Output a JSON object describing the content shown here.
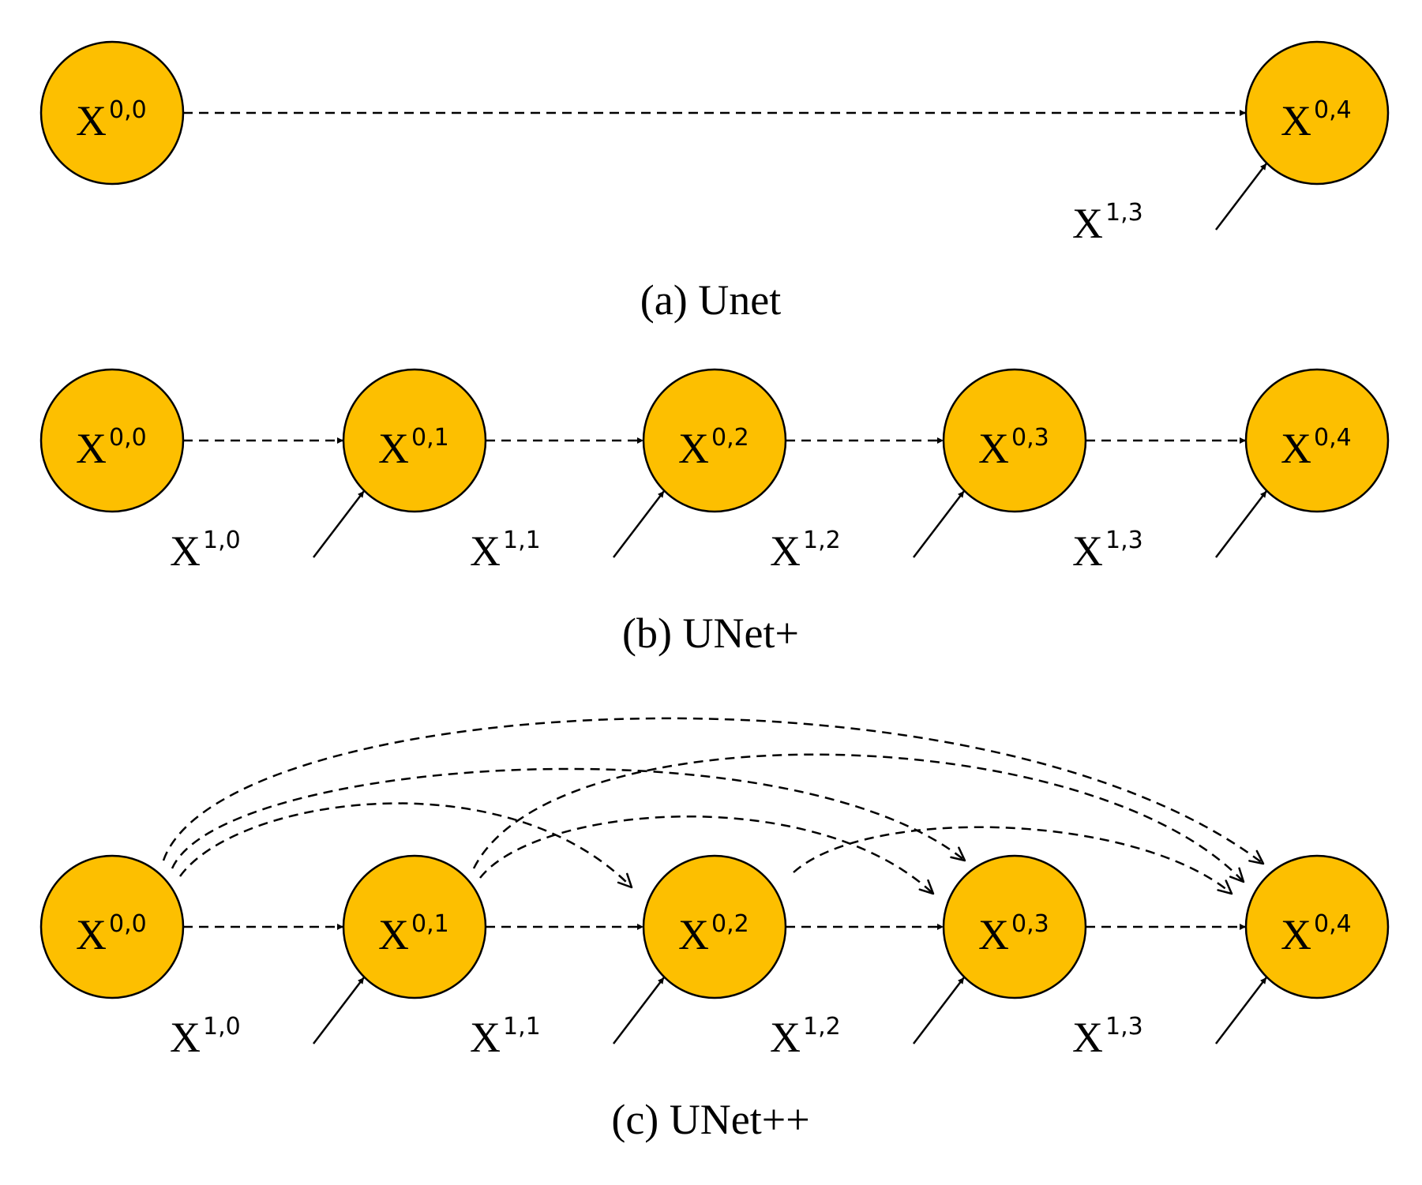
{
  "colors": {
    "node_fill": "#FDBF00",
    "stroke": "#000000",
    "background": "#ffffff"
  },
  "panels": [
    {
      "id": "a",
      "caption": "(a) Unet",
      "nodes": [
        {
          "id": "x00",
          "base": "X",
          "sup": "0,0"
        },
        {
          "id": "x04",
          "base": "X",
          "sup": "0,4"
        }
      ],
      "inputs": [
        {
          "base": "X",
          "sup": "1,3",
          "target": "x04"
        }
      ],
      "edges": [
        {
          "from": "x00",
          "to": "x04",
          "style": "dashed"
        }
      ]
    },
    {
      "id": "b",
      "caption": "(b) UNet+",
      "nodes": [
        {
          "id": "x00",
          "base": "X",
          "sup": "0,0"
        },
        {
          "id": "x01",
          "base": "X",
          "sup": "0,1"
        },
        {
          "id": "x02",
          "base": "X",
          "sup": "0,2"
        },
        {
          "id": "x03",
          "base": "X",
          "sup": "0,3"
        },
        {
          "id": "x04",
          "base": "X",
          "sup": "0,4"
        }
      ],
      "inputs": [
        {
          "base": "X",
          "sup": "1,0",
          "target": "x01"
        },
        {
          "base": "X",
          "sup": "1,1",
          "target": "x02"
        },
        {
          "base": "X",
          "sup": "1,2",
          "target": "x03"
        },
        {
          "base": "X",
          "sup": "1,3",
          "target": "x04"
        }
      ],
      "edges": [
        {
          "from": "x00",
          "to": "x01",
          "style": "dashed"
        },
        {
          "from": "x01",
          "to": "x02",
          "style": "dashed"
        },
        {
          "from": "x02",
          "to": "x03",
          "style": "dashed"
        },
        {
          "from": "x03",
          "to": "x04",
          "style": "dashed"
        }
      ]
    },
    {
      "id": "c",
      "caption": "(c) UNet++",
      "nodes": [
        {
          "id": "x00",
          "base": "X",
          "sup": "0,0"
        },
        {
          "id": "x01",
          "base": "X",
          "sup": "0,1"
        },
        {
          "id": "x02",
          "base": "X",
          "sup": "0,2"
        },
        {
          "id": "x03",
          "base": "X",
          "sup": "0,3"
        },
        {
          "id": "x04",
          "base": "X",
          "sup": "0,4"
        }
      ],
      "inputs": [
        {
          "base": "X",
          "sup": "1,0",
          "target": "x01"
        },
        {
          "base": "X",
          "sup": "1,1",
          "target": "x02"
        },
        {
          "base": "X",
          "sup": "1,2",
          "target": "x03"
        },
        {
          "base": "X",
          "sup": "1,3",
          "target": "x04"
        }
      ],
      "edges": [
        {
          "from": "x00",
          "to": "x01",
          "style": "dashed"
        },
        {
          "from": "x01",
          "to": "x02",
          "style": "dashed"
        },
        {
          "from": "x02",
          "to": "x03",
          "style": "dashed"
        },
        {
          "from": "x03",
          "to": "x04",
          "style": "dashed"
        }
      ],
      "skip_edges": [
        {
          "from": "x00",
          "to": "x02",
          "style": "dashed-arc"
        },
        {
          "from": "x00",
          "to": "x03",
          "style": "dashed-arc"
        },
        {
          "from": "x00",
          "to": "x04",
          "style": "dashed-arc"
        },
        {
          "from": "x01",
          "to": "x03",
          "style": "dashed-arc"
        },
        {
          "from": "x01",
          "to": "x04",
          "style": "dashed-arc"
        },
        {
          "from": "x02",
          "to": "x04",
          "style": "dashed-arc"
        }
      ]
    }
  ]
}
